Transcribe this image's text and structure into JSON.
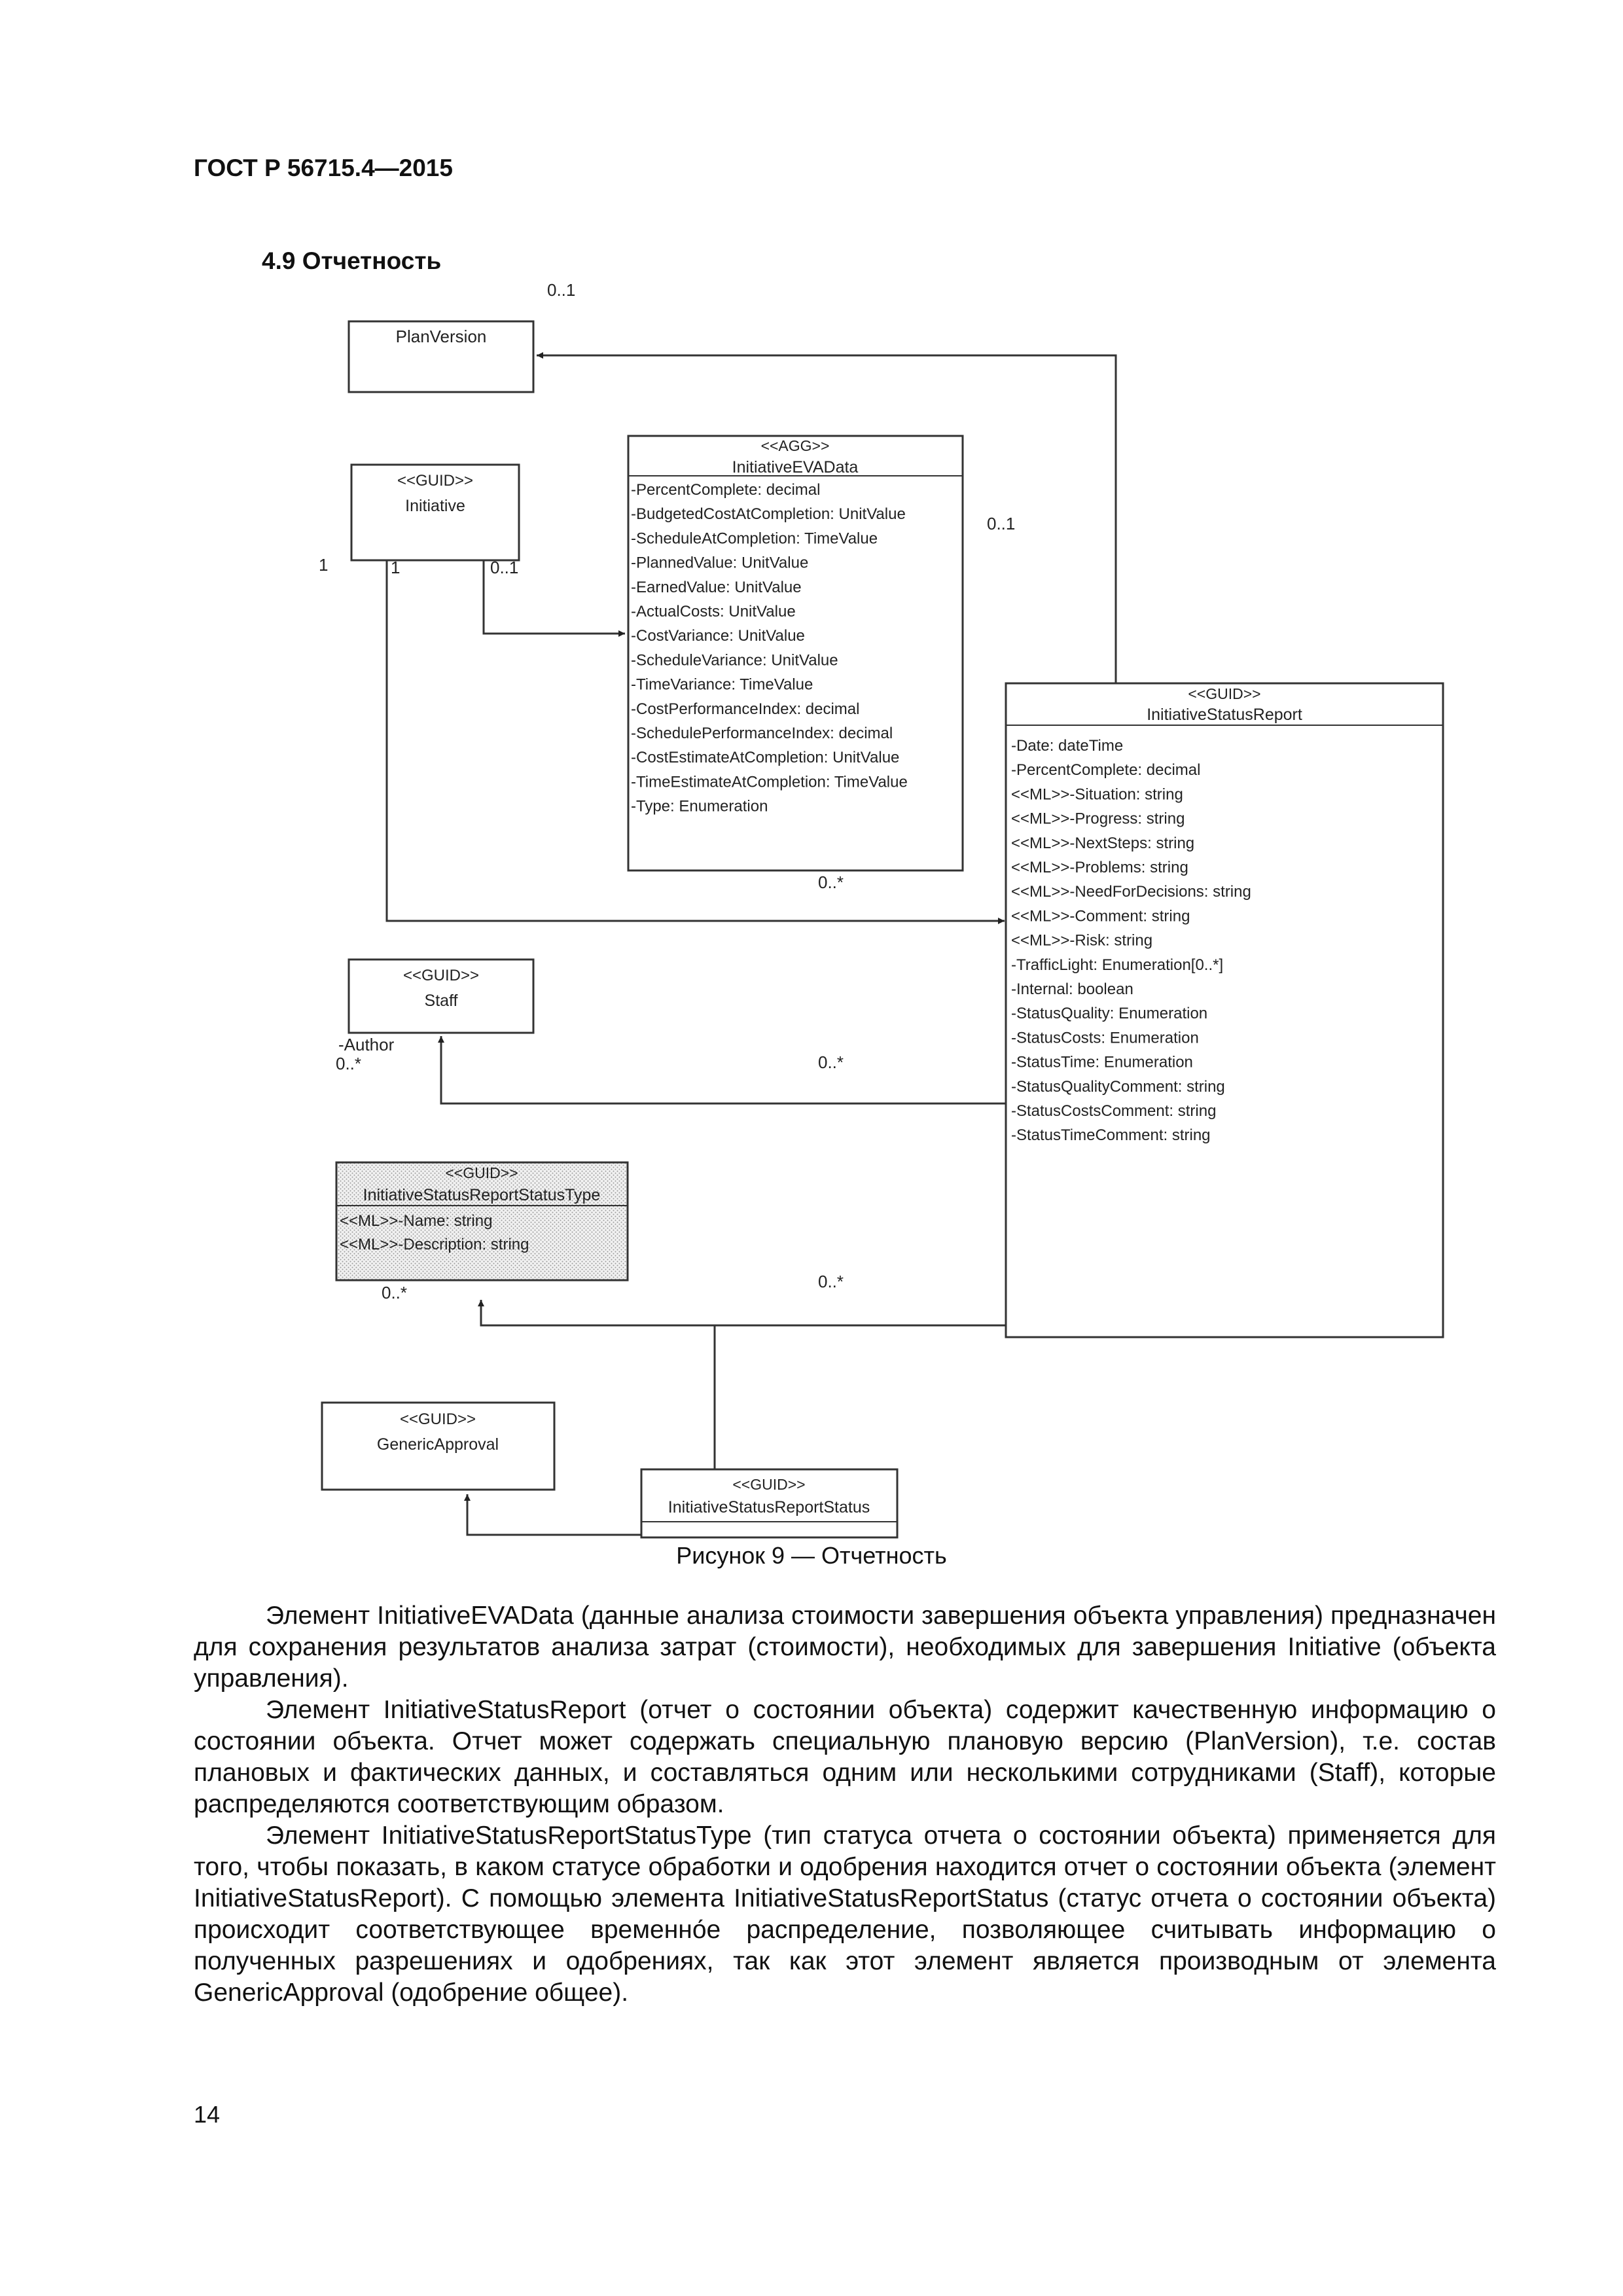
{
  "header": {
    "standard": "ГОСТ Р 56715.4—2015"
  },
  "section": {
    "title": "4.9 Отчетность"
  },
  "diagram": {
    "plan_version": {
      "name": "PlanVersion"
    },
    "initiative": {
      "stereotype": "<<GUID>>",
      "name": "Initiative"
    },
    "eva_data": {
      "stereotype": "<<AGG>>",
      "name": "InitiativeEVAData",
      "attributes": [
        "-PercentComplete: decimal",
        "-BudgetedCostAtCompletion: UnitValue",
        "-ScheduleAtCompletion: TimeValue",
        "-PlannedValue: UnitValue",
        "-EarnedValue: UnitValue",
        "-ActualCosts: UnitValue",
        "-CostVariance: UnitValue",
        "-ScheduleVariance: UnitValue",
        "-TimeVariance: TimeValue",
        "-CostPerformanceIndex: decimal",
        "-SchedulePerformanceIndex: decimal",
        "-CostEstimateAtCompletion: UnitValue",
        "-TimeEstimateAtCompletion: TimeValue",
        "-Type: Enumeration"
      ]
    },
    "status_report": {
      "stereotype": "<<GUID>>",
      "name": "InitiativeStatusReport",
      "attributes": [
        "-Date: dateTime",
        "-PercentComplete: decimal",
        "<<ML>>-Situation: string",
        "<<ML>>-Progress: string",
        "<<ML>>-NextSteps: string",
        "<<ML>>-Problems: string",
        "<<ML>>-NeedForDecisions: string",
        "<<ML>>-Comment: string",
        "<<ML>>-Risk: string",
        "-TrafficLight: Enumeration[0..*]",
        "-Internal: boolean",
        "-StatusQuality: Enumeration",
        "-StatusCosts: Enumeration",
        "-StatusTime: Enumeration",
        "-StatusQualityComment: string",
        "-StatusCostsComment: string",
        "-StatusTimeComment: string"
      ]
    },
    "staff": {
      "stereotype": "<<GUID>>",
      "name": "Staff"
    },
    "status_type": {
      "stereotype": "<<GUID>>",
      "name": "InitiativeStatusReportStatusType",
      "attributes": [
        "<<ML>>-Name: string",
        "<<ML>>-Description: string"
      ]
    },
    "generic_approval": {
      "stereotype": "<<GUID>>",
      "name": "GenericApproval"
    },
    "report_status": {
      "stereotype": "<<GUID>>",
      "name": "InitiativeStatusReportStatus"
    },
    "labels": {
      "plan_mult": "0..1",
      "report_plan_mult": "0..1",
      "initiative_one_outer": "1",
      "initiative_one_inner": "1",
      "initiative_eva_mult": "0..1",
      "eva_many": "0..*",
      "author_role": "-Author",
      "author_mult": "0..*",
      "staff_many": "0..*",
      "type_mult": "0..*",
      "type_many": "0..*"
    }
  },
  "caption": "Рисунок 9 — Отчетность",
  "paragraphs": [
    "Элемент InitiativeEVAData  (данные анализа стоимости завершения объекта управления) предназначен для сохранения результатов анализа затрат (стоимости), необходимых для завершения Initiative (объекта управления).",
    "Элемент InitiativeStatusReport (отчет о состоянии объекта) содержит качественную информацию о состоянии объекта. Отчет может содержать специальную плановую версию (PlanVersion), т.е. состав плановых и фактических данных, и составляться одним или несколькими сотрудниками (Staff), которые распределяются соответствующим образом.",
    "Элемент InitiativeStatusReportStatusType (тип статуса отчета о состоянии объекта) применяется для того, чтобы показать, в каком статусе обработки и одобрения находится отчет о состоянии объекта (элемент InitiativeStatusReport). С помощью элемента InitiativeStatusReportStatus (статус отчета о состоянии объекта) происходит соответствующее временно́е распределение, позволяющее считывать информацию о полученных разрешениях и одобрениях, так как этот элемент является производным от элемента GenericApproval (одобрение общее)."
  ],
  "page_number": "14"
}
